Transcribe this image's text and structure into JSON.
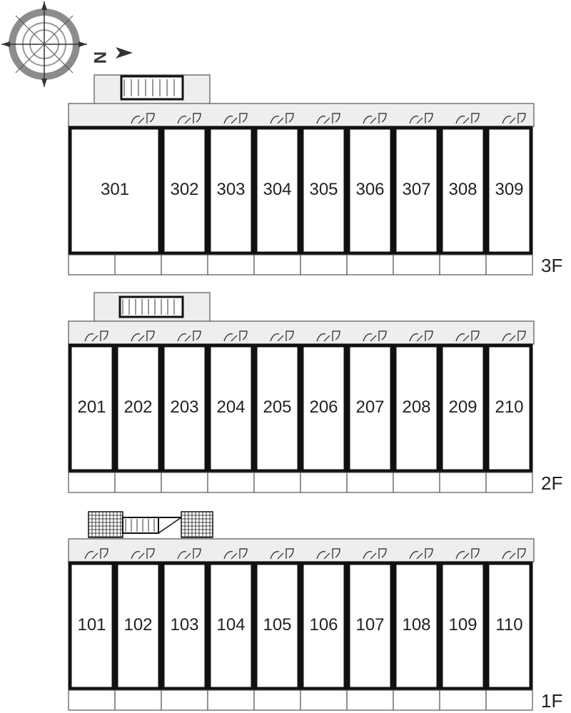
{
  "compass": {
    "direction_letter": "N",
    "icon": "compass-rose-icon"
  },
  "floors": [
    {
      "id": "3F",
      "label": "3F",
      "units": [
        "301",
        "302",
        "303",
        "304",
        "305",
        "306",
        "307",
        "308",
        "309"
      ],
      "unit_spans": [
        2,
        1,
        1,
        1,
        1,
        1,
        1,
        1,
        1
      ],
      "stair_icon": "stair-icon"
    },
    {
      "id": "2F",
      "label": "2F",
      "units": [
        "201",
        "202",
        "203",
        "204",
        "205",
        "206",
        "207",
        "208",
        "209",
        "210"
      ],
      "unit_spans": [
        1,
        1,
        1,
        1,
        1,
        1,
        1,
        1,
        1,
        1
      ],
      "stair_icon": "stair-icon"
    },
    {
      "id": "1F",
      "label": "1F",
      "units": [
        "101",
        "102",
        "103",
        "104",
        "105",
        "106",
        "107",
        "108",
        "109",
        "110"
      ],
      "unit_spans": [
        1,
        1,
        1,
        1,
        1,
        1,
        1,
        1,
        1,
        1
      ],
      "stair_icon": "stair-icon"
    }
  ],
  "colors": {
    "wall": "#111111",
    "corridor": "#eeeeee",
    "outline": "#555555",
    "compass_ring": "#888888"
  }
}
